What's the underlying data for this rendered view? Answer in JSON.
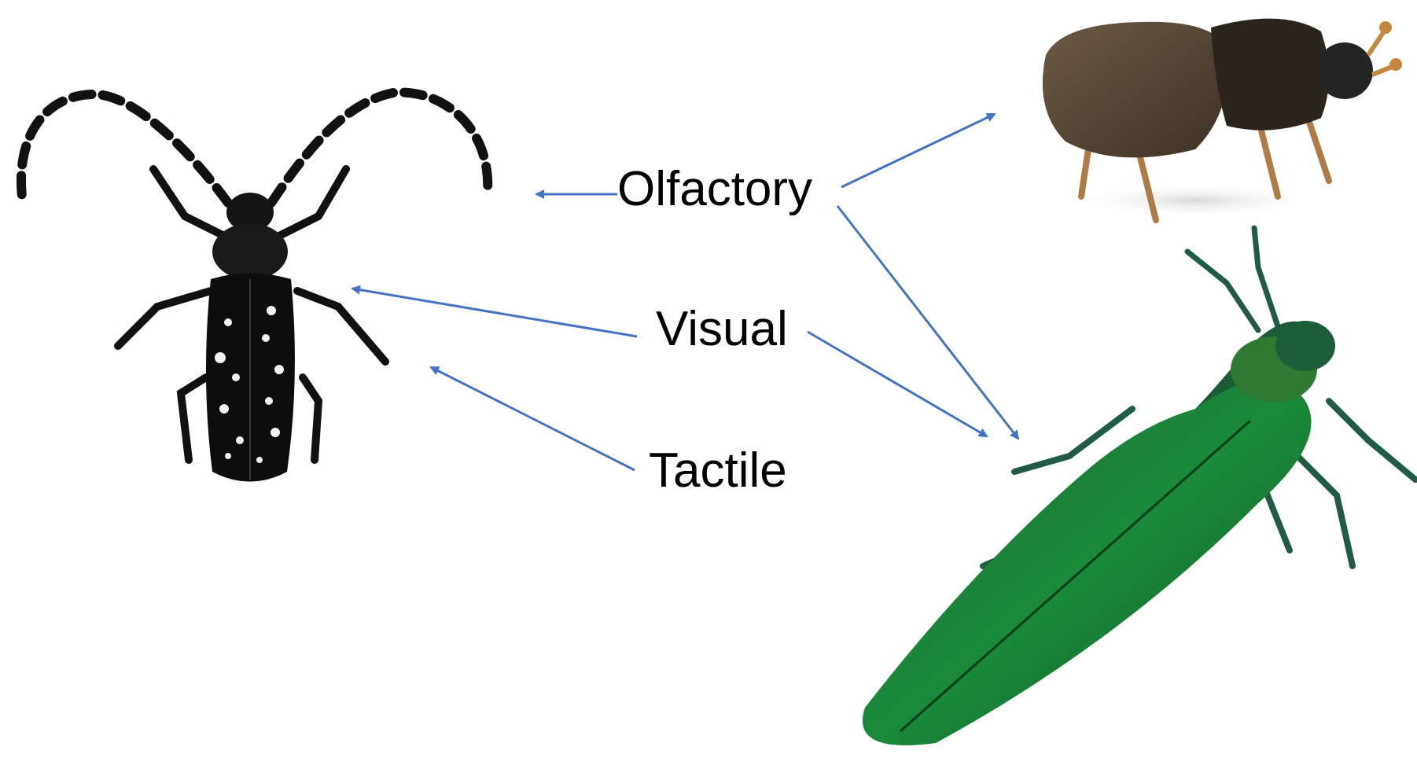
{
  "diagram": {
    "labels": {
      "olfactory": "Olfactory",
      "visual": "Visual",
      "tactile": "Tactile"
    },
    "arrow_color": "#4472C4",
    "images": {
      "longhorn_beetle": "black longhorn beetle with white spots",
      "bark_beetle": "brown bark beetle",
      "emerald_ash_borer": "metallic green beetle"
    },
    "connections": [
      {
        "from": "Olfactory",
        "to": "longhorn_beetle"
      },
      {
        "from": "Olfactory",
        "to": "bark_beetle"
      },
      {
        "from": "Olfactory",
        "to": "emerald_ash_borer"
      },
      {
        "from": "Visual",
        "to": "longhorn_beetle"
      },
      {
        "from": "Visual",
        "to": "emerald_ash_borer"
      },
      {
        "from": "Tactile",
        "to": "longhorn_beetle"
      }
    ]
  }
}
